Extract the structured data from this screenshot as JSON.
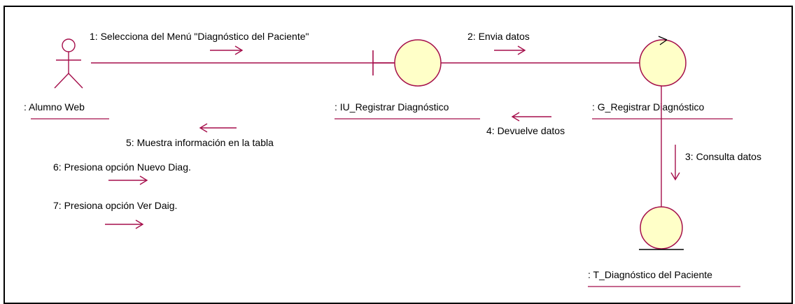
{
  "diagram": {
    "objects": {
      "actor_label": ": Alumno Web",
      "boundary_label": ": IU_Registrar Diagnóstico",
      "control_label": ": G_Registrar Diagnóstico",
      "entity_label": ": T_Diagnóstico del Paciente"
    },
    "messages": {
      "m1": "1: Selecciona del Menú \"Diagnóstico del Paciente\"",
      "m2": "2: Envia datos",
      "m3": "3: Consulta datos",
      "m4": "4: Devuelve datos",
      "m5": "5: Muestra información en la tabla",
      "m6": "6: Presiona opción Nuevo Diag.",
      "m7": "7: Presiona opción Ver Daig."
    },
    "colors": {
      "line": "#a50f4b",
      "fill": "#ffffc8",
      "frame": "#000000"
    }
  }
}
